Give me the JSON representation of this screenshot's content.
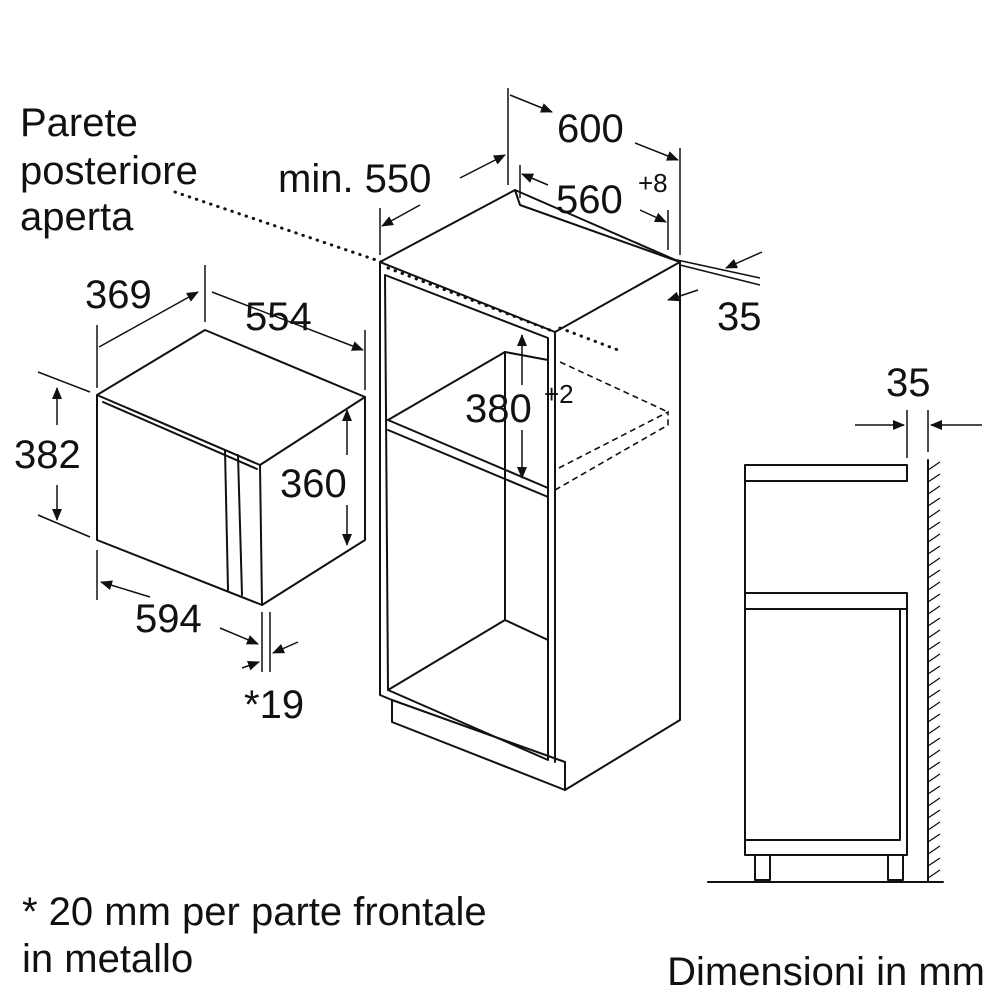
{
  "labels": {
    "rear_wall": [
      "Parete",
      "posteriore",
      "aperta"
    ],
    "min_depth": "min. 550",
    "niche_width": "600",
    "niche_inner_width": "560",
    "niche_inner_width_tol": "+8",
    "side_thickness": "35",
    "niche_height": "380",
    "niche_height_tol": "+2",
    "appliance_depth": "369",
    "appliance_width": "554",
    "appliance_height": "382",
    "front_height": "360",
    "front_width": "594",
    "front_thickness": "*19",
    "profile_gap": "35",
    "footnote": [
      "* 20 mm per parte frontale",
      "in metallo"
    ],
    "units": "Dimensioni in mm"
  },
  "colors": {
    "line": "#111111",
    "background": "#ffffff"
  }
}
